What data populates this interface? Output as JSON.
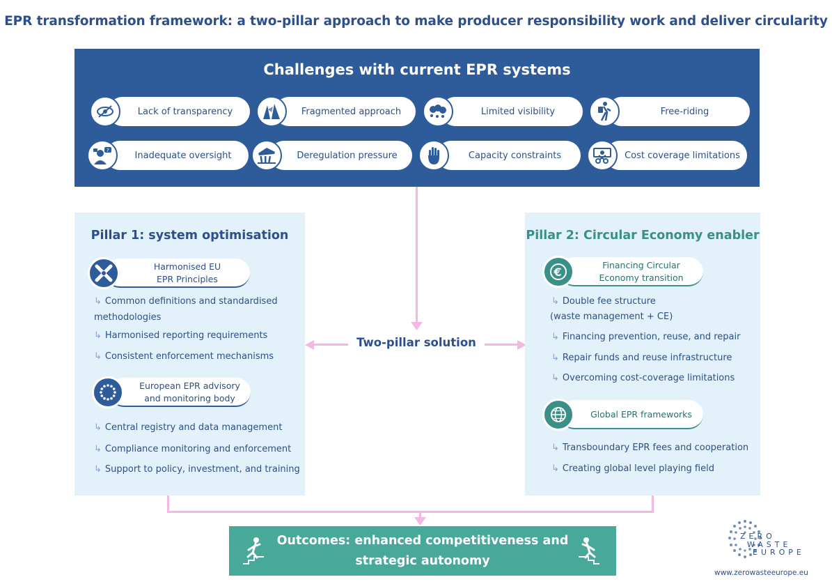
{
  "title": "EPR transformation framework: a two-pillar approach to make producer responsibility work and deliver circularity",
  "challenges": {
    "heading": "Challenges with current EPR systems",
    "items": [
      {
        "label": "Lack of transparency",
        "icon": "eye-slash-icon"
      },
      {
        "label": "Fragmented approach",
        "icon": "broken-shards-icon"
      },
      {
        "label": "Limited visibility",
        "icon": "fog-clouds-icon"
      },
      {
        "label": "Free-riding",
        "icon": "runner-bag-icon"
      },
      {
        "label": "Inadequate oversight",
        "icon": "person-question-icon"
      },
      {
        "label": "Deregulation pressure",
        "icon": "collapsing-building-icon"
      },
      {
        "label": "Capacity constraints",
        "icon": "stop-hand-icon"
      },
      {
        "label": "Cost coverage limitations",
        "icon": "money-scissors-icon"
      }
    ]
  },
  "pillar1": {
    "title": "Pillar 1: system optimisation",
    "groups": [
      {
        "label_line1": "Harmonised EU",
        "label_line2": "EPR Principles",
        "icon": "puzzle-cross-icon",
        "bullets": [
          "Common definitions and standardised",
          "methodologies",
          "Harmonised reporting requirements",
          "Consistent enforcement mechanisms"
        ]
      },
      {
        "label_line1": "European EPR advisory",
        "label_line2": "and monitoring body",
        "icon": "eu-stars-icon",
        "bullets": [
          "Central registry and data management",
          "Compliance monitoring and enforcement",
          "Support to policy, investment, and training"
        ]
      }
    ]
  },
  "pillar2": {
    "title": "Pillar 2: Circular Economy enabler",
    "groups": [
      {
        "label_line1": "Financing Circular",
        "label_line2": "Economy transition",
        "icon": "euro-icon",
        "bullets": [
          "Double fee structure",
          "(waste management + CE)",
          "Financing prevention, reuse, and repair",
          "Repair funds and reuse infrastructure",
          "Overcoming cost-coverage limitations"
        ]
      },
      {
        "label_line1": "Global EPR frameworks",
        "label_line2": "",
        "icon": "globe-icon",
        "bullets": [
          "Transboundary EPR fees and cooperation",
          "Creating global level playing field"
        ]
      }
    ]
  },
  "connector_label": "Two-pillar solution",
  "outcomes": {
    "line1": "Outcomes: enhanced competitiveness and",
    "line2": "strategic autonomy"
  },
  "logo": {
    "line1": "ZERO",
    "line2": "WASTE",
    "line3": "EUROPE"
  },
  "website": "www.zerowasteeurope.eu",
  "bullet_arrow": "↳",
  "colors": {
    "navy": "#2e5c9a",
    "teal": "#48a89a",
    "light_blue": "#e3f1fa",
    "pink_connector": "#f2b8e1"
  }
}
